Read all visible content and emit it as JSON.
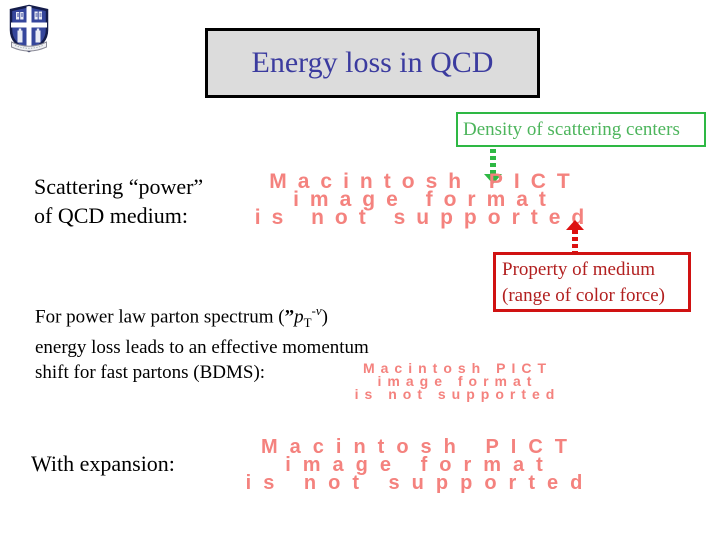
{
  "slide": {
    "logo": {
      "name": "university-crest"
    },
    "title": "Energy loss in QCD",
    "green_callout": {
      "label": "Density of scattering centers"
    },
    "red_callout": {
      "line1": "Property of medium",
      "line2": "(range of color force)"
    },
    "scattering_text": {
      "line1": "Scattering “power”",
      "line2": "of QCD medium:"
    },
    "body_text": {
      "prefix": "For power law parton spectrum (",
      "quote": "”",
      "variable": "p",
      "subscript": "T",
      "superscript": "-ν",
      "suffix": ")",
      "line2": "energy loss leads to an effective momentum",
      "line3": "shift for fast partons (BDMS):"
    },
    "expansion_label": "With expansion:",
    "pict_placeholders": [
      {
        "lines": [
          "Macintosh PICT",
          "image format",
          "is not supported"
        ]
      },
      {
        "lines": [
          "Macintosh PICT",
          "image format",
          "is not supported"
        ]
      },
      {
        "lines": [
          "Macintosh PICT",
          "image format",
          "is not supported"
        ]
      }
    ],
    "colors": {
      "title_text": "#3b3b9f",
      "title_bg": "#dcdcdc",
      "title_border": "#000000",
      "green_accent": "#2eb844",
      "green_text": "#4db55c",
      "red_border": "#d01212",
      "red_text": "#b22020",
      "pict_text": "#f4827e",
      "body_text": "#000000"
    }
  }
}
